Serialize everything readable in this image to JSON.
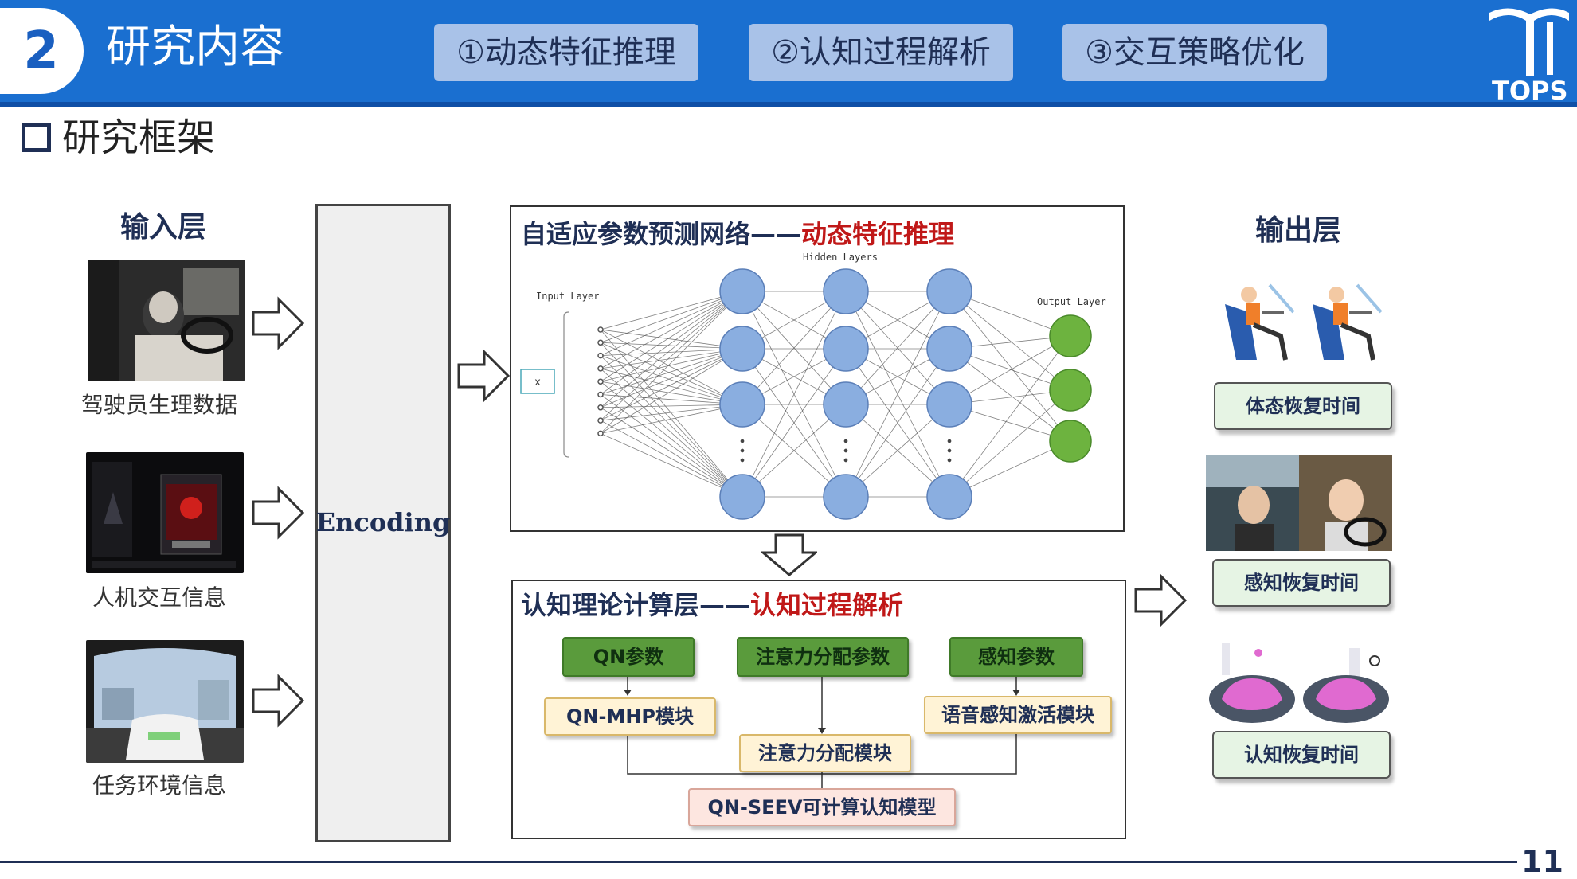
{
  "header": {
    "section_number": "2",
    "section_title": "研究内容",
    "tabs": [
      "①动态特征推理",
      "②认知过程解析",
      "③交互策略优化"
    ],
    "logo_text": "TOPS"
  },
  "subheading": "研究框架",
  "input_layer": {
    "title": "输入层",
    "items": [
      "驾驶员生理数据",
      "人机交互信息",
      "任务环境信息"
    ]
  },
  "encoding_label": "Encoding",
  "nn_panel": {
    "title_main": "自适应参数预测网络——",
    "title_highlight": "动态特征推理",
    "hidden_label": "Hidden Layers",
    "input_label": "Input Layer",
    "output_label": "Output Layer",
    "x_label": "x"
  },
  "cog_panel": {
    "title_main": "认知理论计算层——",
    "title_highlight": "认知过程解析",
    "params": [
      "QN参数",
      "注意力分配参数",
      "感知参数"
    ],
    "modules": [
      "QN-MHP模块",
      "注意力分配模块",
      "语音感知激活模块"
    ],
    "model": "QN-SEEV可计算认知模型"
  },
  "output_layer": {
    "title": "输出层",
    "items": [
      "体态恢复时间",
      "感知恢复时间",
      "认知恢复时间"
    ]
  },
  "page_number": "11",
  "colors": {
    "header": "#1a6fd0",
    "tab": "#a9c2e8",
    "node_hidden": "#8aaee0",
    "node_output": "#6db33f",
    "highlight": "#c01818"
  }
}
